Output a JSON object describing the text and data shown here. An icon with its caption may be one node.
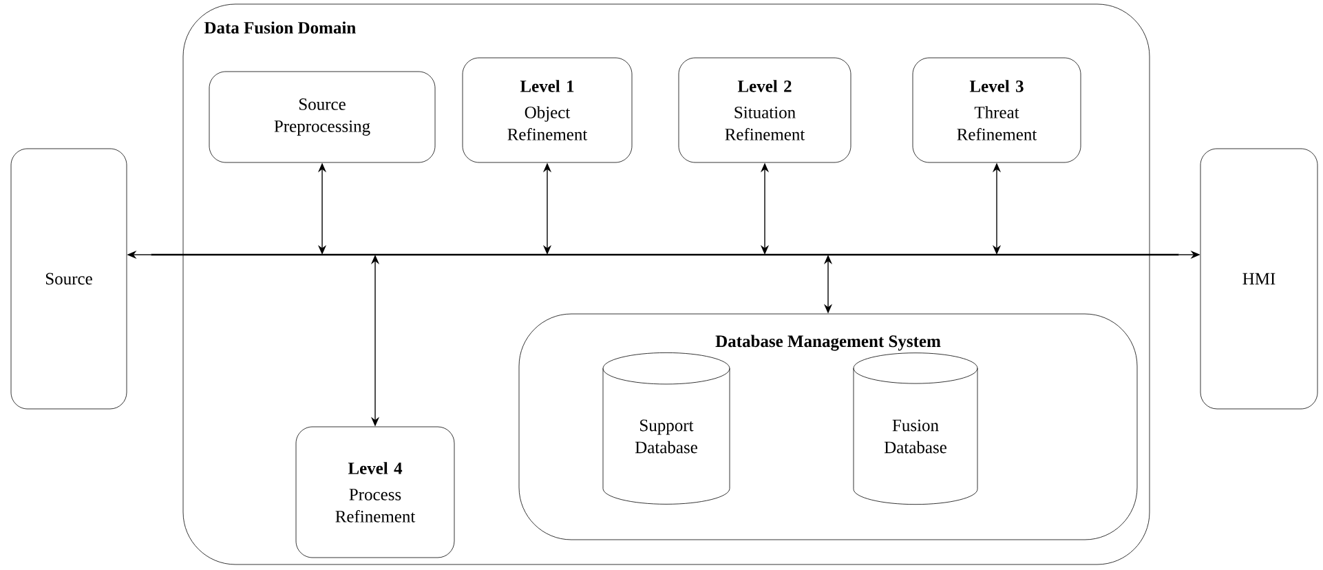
{
  "diagram": {
    "nodes": [
      {
        "text": [
          "Data Fusion Domain"
        ]
      },
      {
        "text": [
          "Source Preprocessing"
        ],
        "in": 0
      },
      {
        "text": [
          "Level 1",
          "Object Refinement"
        ],
        "in": 0
      },
      {
        "text": [
          "Level 2",
          "Situation Refinement"
        ],
        "in": 0
      },
      {
        "text": [
          "Level 3",
          "Threat Refinement"
        ],
        "in": 0
      },
      {
        "text": [
          "Source"
        ]
      },
      {
        "text": [
          "HMI"
        ]
      },
      {
        "text": [],
        "shape": "bar"
      },
      {
        "text": [
          "Database Management System"
        ],
        "in": 0
      },
      {
        "text": [
          "Support Database"
        ],
        "in": 8
      },
      {
        "text": [
          "Fusion Database"
        ],
        "in": 8
      },
      {
        "text": [
          "Level 4",
          "Process Refinement"
        ],
        "in": 0
      }
    ],
    "edges": [
      {
        "from": 7,
        "to": 5,
        "arrow": "to"
      },
      {
        "from": 7,
        "to": 6,
        "arrow": "to"
      },
      {
        "from": 1,
        "to": 7,
        "arrow": "both"
      },
      {
        "from": 2,
        "to": 7,
        "arrow": "both"
      },
      {
        "from": 3,
        "to": 7,
        "arrow": "both"
      },
      {
        "from": 4,
        "to": 7,
        "arrow": "both"
      },
      {
        "from": 8,
        "to": 7,
        "arrow": "both"
      },
      {
        "from": 11,
        "to": 7,
        "arrow": "both"
      }
    ]
  }
}
